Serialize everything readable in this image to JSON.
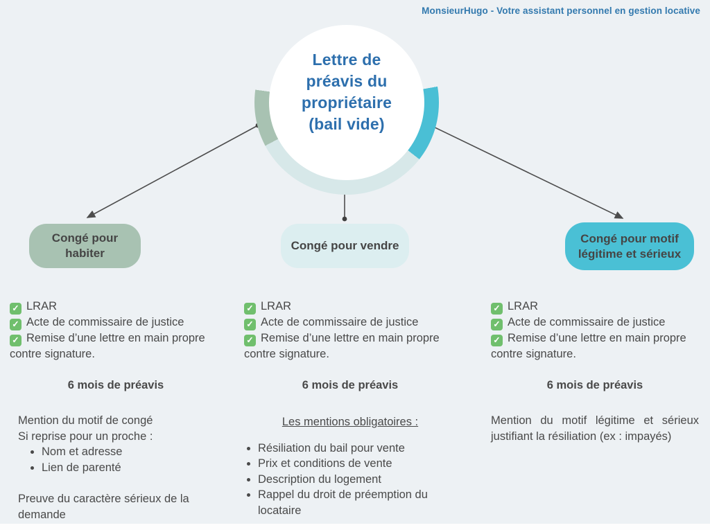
{
  "header": {
    "text": "MonsieurHugo  - Votre assistant personnel en gestion locative"
  },
  "center": {
    "title_lines": [
      "Lettre de",
      "préavis du",
      "propriétaire",
      "(bail vide)"
    ]
  },
  "icons": {
    "check": "✓"
  },
  "colors": {
    "background": "#edf1f4",
    "title_blue": "#2d6fad",
    "header_blue": "#3279ae",
    "sage_green": "#a8c2b2",
    "pale_cyan": "#dceef0",
    "teal": "#4ac0d5",
    "check_green": "#70bf6d",
    "text_gray": "#494949"
  },
  "columns": [
    {
      "box_label": "Congé pour habiter",
      "checklist": [
        "LRAR",
        "Acte de commissaire de justice",
        "Remise d’une lettre en main propre contre signature."
      ],
      "notice": "6 mois de préavis",
      "body": {
        "line1": "Mention du motif de congé",
        "line2": "Si reprise pour un proche :",
        "bullets": [
          "Nom et adresse",
          "Lien de parenté"
        ],
        "footer": "Preuve du caractère sérieux de la demande"
      }
    },
    {
      "box_label": "Congé pour vendre",
      "checklist": [
        "LRAR",
        "Acte de commissaire de justice",
        "Remise d’une lettre en main propre contre signature."
      ],
      "notice": "6 mois de préavis",
      "body": {
        "heading": "Les mentions obligatoires :",
        "bullets": [
          "Résiliation du bail pour vente",
          "Prix et conditions de vente",
          "Description du logement",
          "Rappel du droit de préemption du locataire"
        ]
      }
    },
    {
      "box_label": "Congé pour motif légitime et sérieux",
      "checklist": [
        "LRAR",
        "Acte de commissaire de justice",
        "Remise d’une lettre en main propre contre signature."
      ],
      "notice": "6 mois de préavis",
      "body": {
        "paragraph": "Mention du motif légitime et sérieux justifiant la résiliation (ex : impayés)"
      }
    }
  ]
}
